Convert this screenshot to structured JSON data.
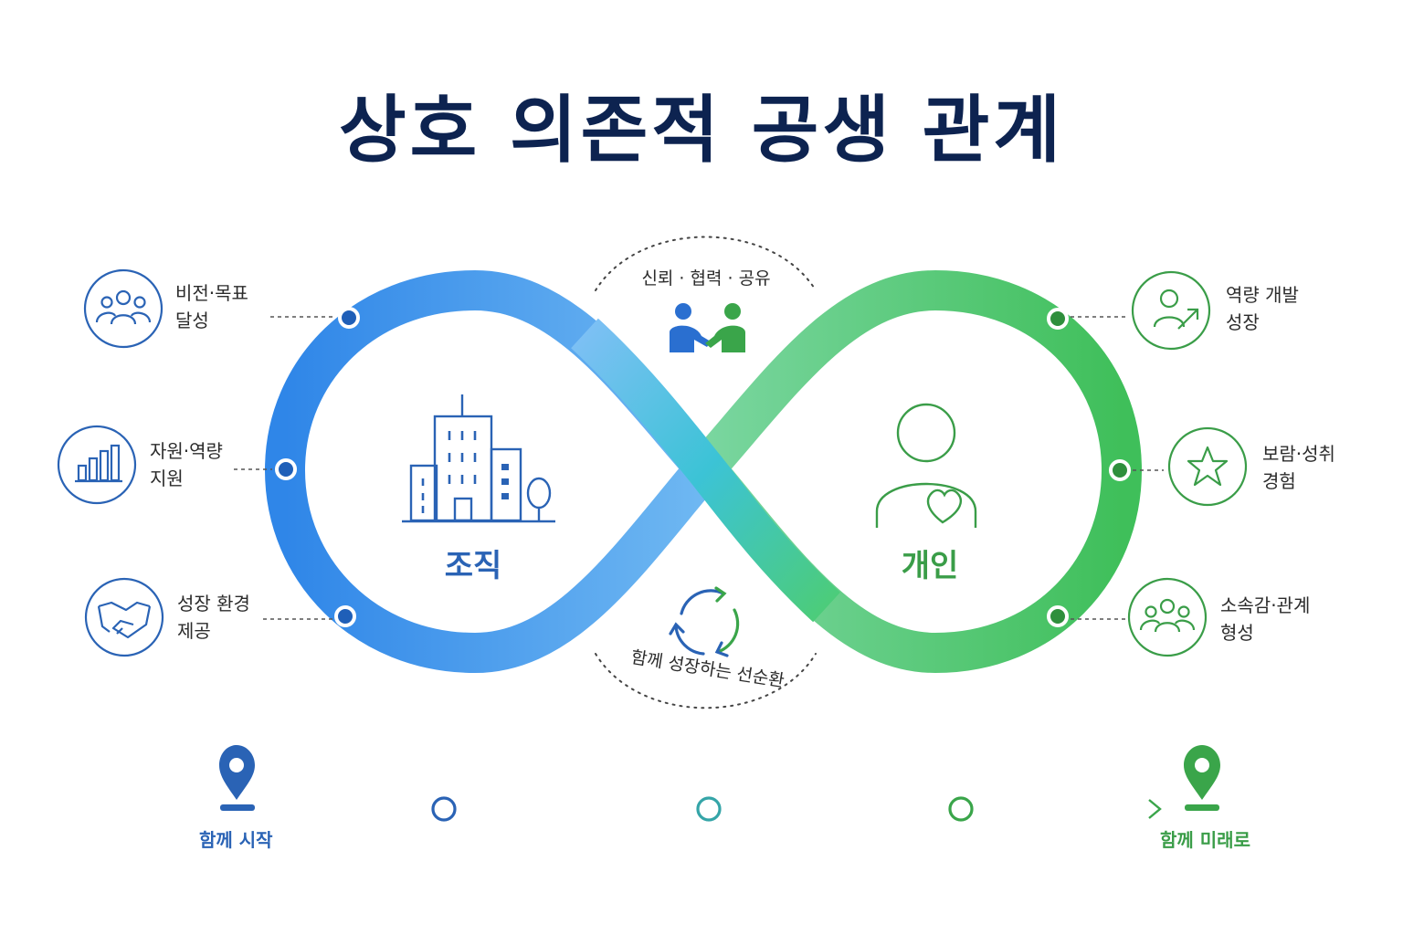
{
  "title": "상호 의존적 공생 관계",
  "center": {
    "left_label": "조직",
    "right_label": "개인",
    "top_caption": "신뢰 · 협력 · 공유",
    "bottom_caption": "함께 성장하는 선순환"
  },
  "left_items": [
    {
      "line1": "비전·목표",
      "line2": "달성",
      "icon": "team-icon"
    },
    {
      "line1": "자원·역량",
      "line2": "지원",
      "icon": "bar-chart-icon"
    },
    {
      "line1": "성장 환경",
      "line2": "제공",
      "icon": "handshake-icon"
    }
  ],
  "right_items": [
    {
      "line1": "역량 개발",
      "line2": "성장",
      "icon": "person-growth-icon"
    },
    {
      "line1": "보람·성취",
      "line2": "경험",
      "icon": "star-icon"
    },
    {
      "line1": "소속감·관계",
      "line2": "형성",
      "icon": "group-icon"
    }
  ],
  "timeline": {
    "start_label": "함께 시작",
    "end_label": "함께 미래로"
  },
  "colors": {
    "title": "#0d2350",
    "blue": "#2f7fd6",
    "green": "#3aa54a",
    "teal": "#35b6c9"
  }
}
